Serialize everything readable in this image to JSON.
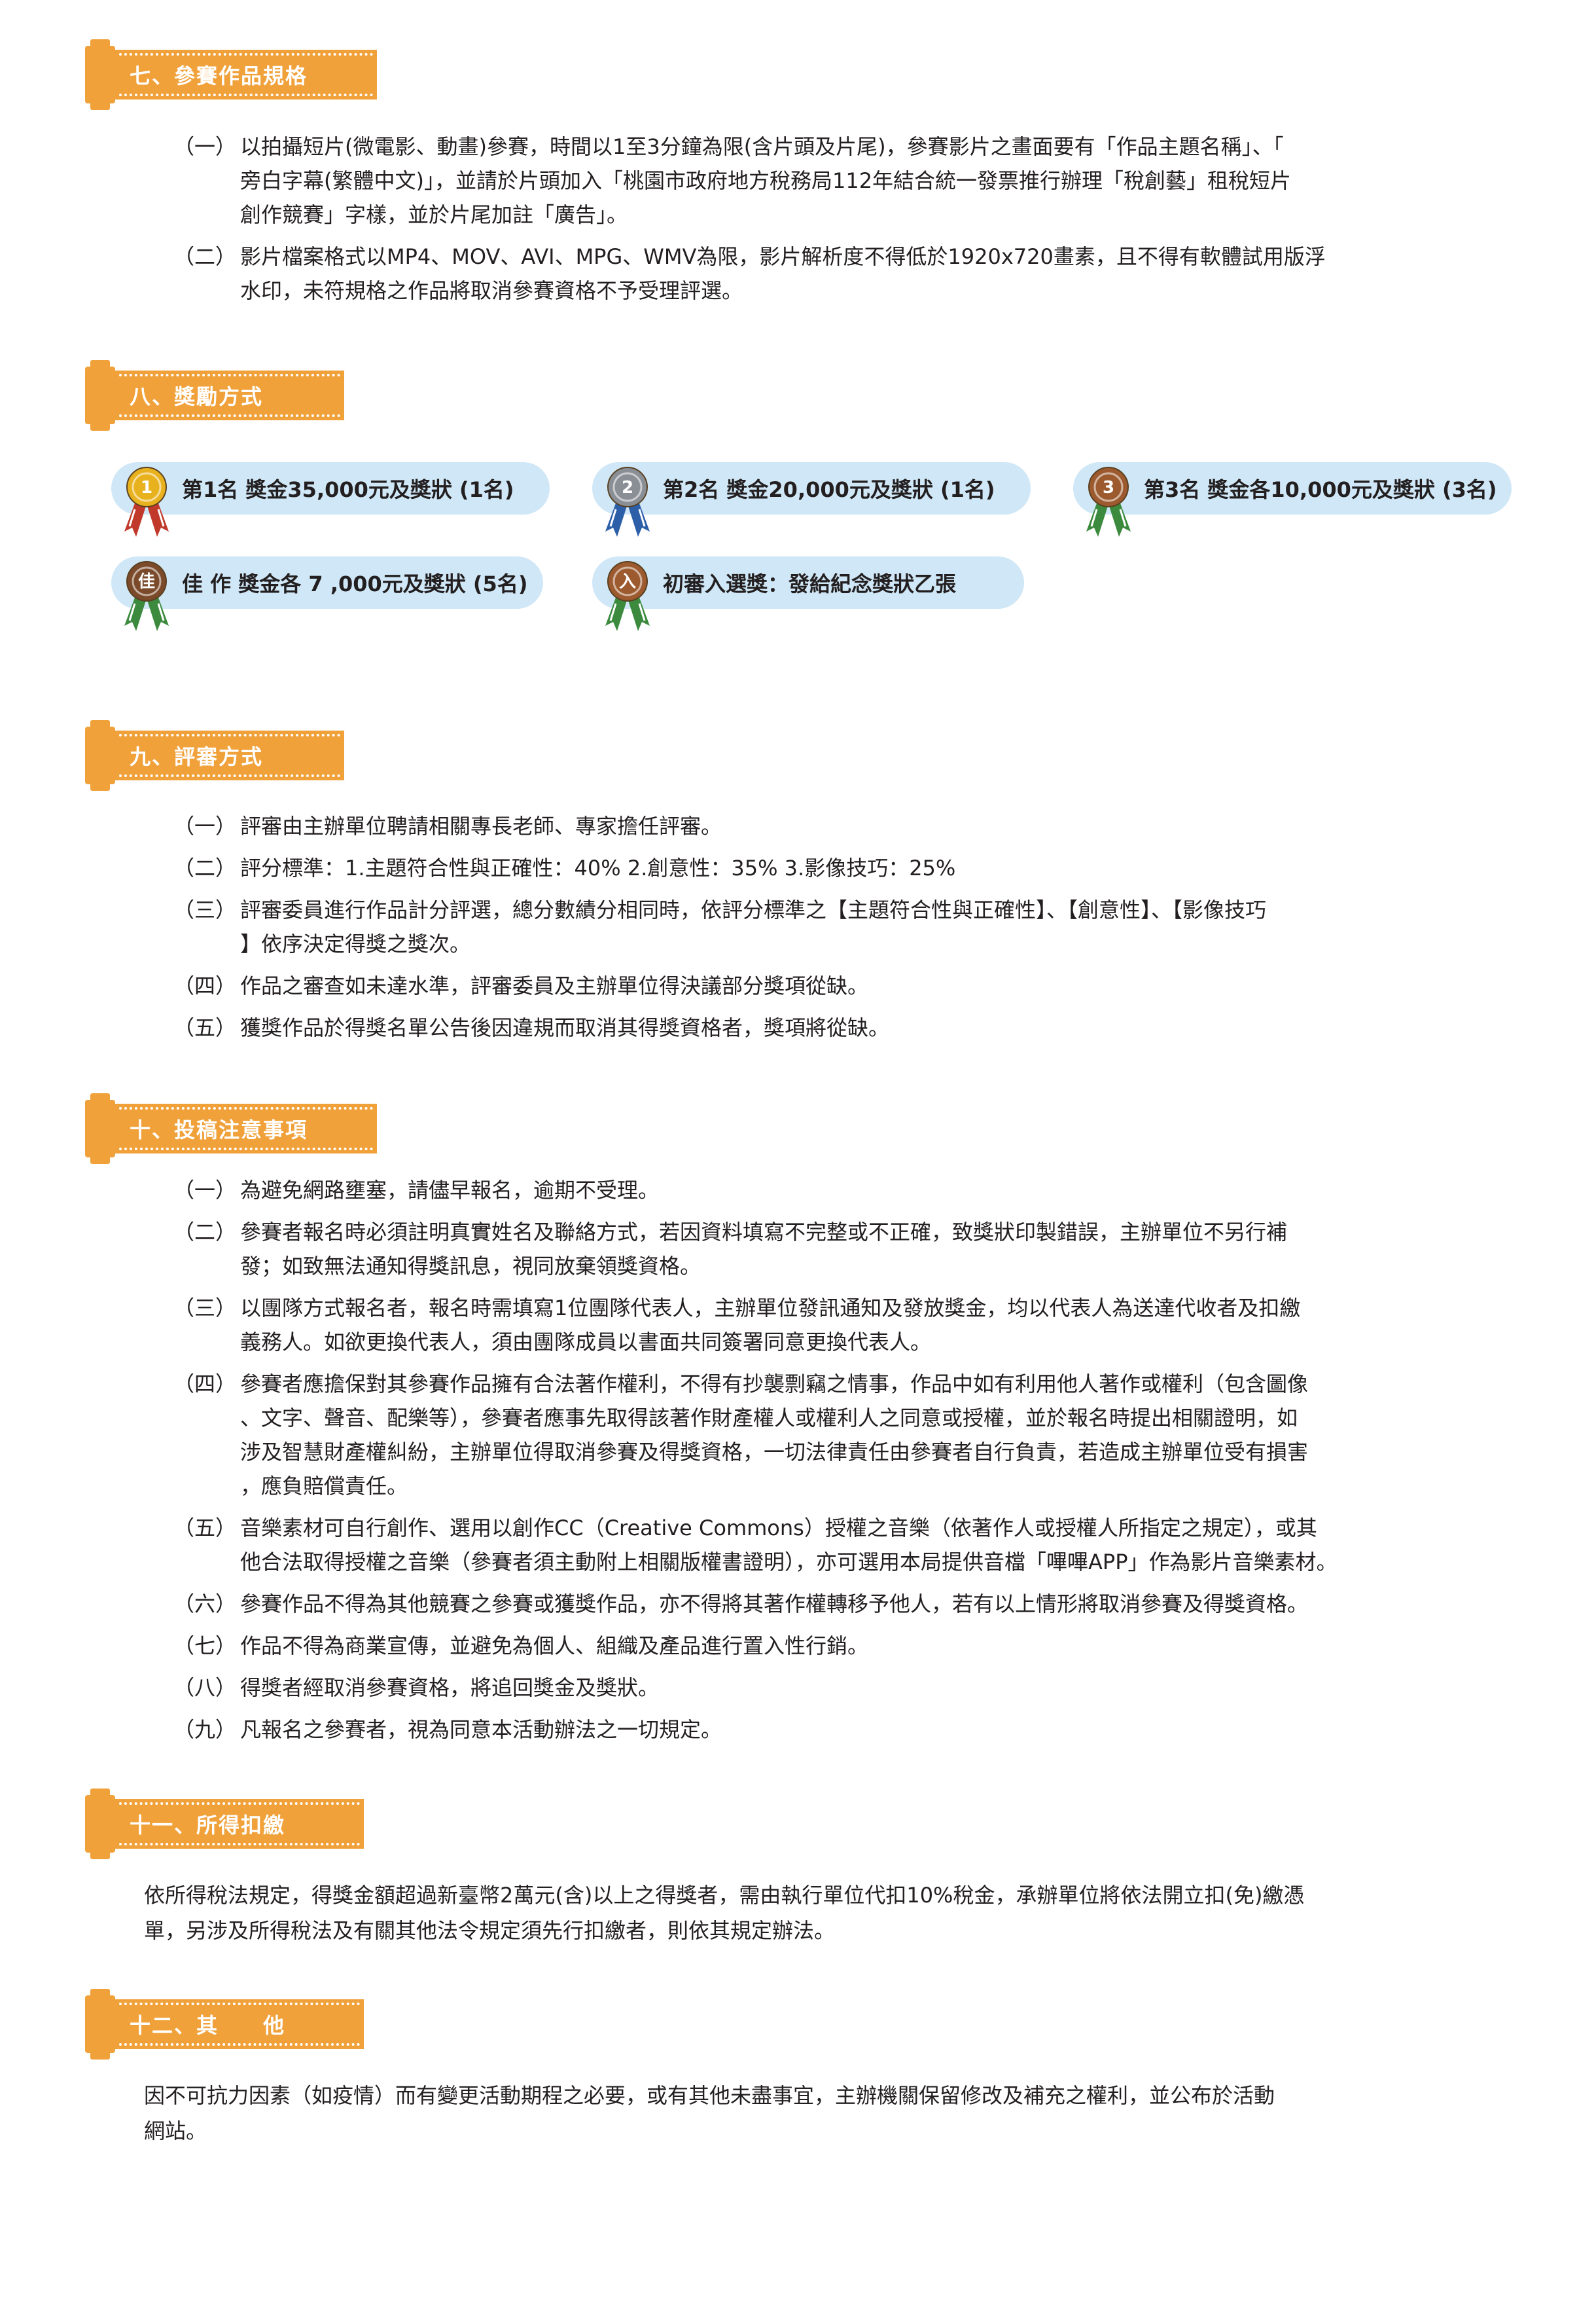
{
  "sections": {
    "s7": {
      "title": "七、參賽作品規格",
      "items": [
        {
          "num": "（一）",
          "lines": [
            "以拍攝短片(微電影、動畫)參賽，時間以1至3分鐘為限(含片頭及片尾)，參賽影片之畫面要有「作品主題名稱」、「",
            "旁白字幕(繁體中文)」，並請於片頭加入「桃園市政府地方稅務局112年結合統一發票推行辦理「稅創藝」租稅短片",
            "創作競賽」字樣，並於片尾加註「廣告」。"
          ]
        },
        {
          "num": "（二）",
          "lines": [
            "影片檔案格式以MP4、MOV、AVI、MPG、WMV為限，影片解析度不得低於1920x720畫素，且不得有軟體試用版浮",
            "水印，未符規格之作品將取消參賽資格不予受理評選。"
          ]
        }
      ]
    },
    "s8": {
      "title": "八、獎勵方式",
      "awards": [
        {
          "text": "第1名  獎金35,000元及獎狀 (1名)",
          "medal": "gold-medal-icon",
          "color": "#e8b21f",
          "ribbon": "#c0392b",
          "mark": "1"
        },
        {
          "text": "第2名  獎金20,000元及獎狀 (1名)",
          "medal": "silver-medal-icon",
          "color": "#8a8f96",
          "ribbon": "#2d5fa8",
          "mark": "2"
        },
        {
          "text": "第3名  獎金各10,000元及獎狀 (3名)",
          "medal": "bronze-medal-icon",
          "color": "#9c5a2e",
          "ribbon": "#3b8a3e",
          "mark": "3"
        },
        {
          "text": "佳 作  獎金各 7 ,000元及獎狀 (5名)",
          "medal": "merit-medal-icon",
          "color": "#7a4a2a",
          "ribbon": "#3b8a3e",
          "mark": "佳"
        },
        {
          "text": "初審入選獎：發給紀念獎狀乙張",
          "medal": "finalist-medal-icon",
          "color": "#9c5a2e",
          "ribbon": "#3b8a3e",
          "mark": "入"
        }
      ]
    },
    "s9": {
      "title": "九、評審方式",
      "items": [
        {
          "num": "（一）",
          "lines": [
            "評審由主辦單位聘請相關專長老師、專家擔任評審。"
          ]
        },
        {
          "num": "（二）",
          "lines": [
            "評分標準：1.主題符合性與正確性：40%    2.創意性：35%    3.影像技巧：25%"
          ]
        },
        {
          "num": "（三）",
          "lines": [
            "評審委員進行作品計分評選，總分數績分相同時，依評分標準之【主題符合性與正確性】、【創意性】、【影像技巧",
            "】依序決定得獎之獎次。"
          ]
        },
        {
          "num": "（四）",
          "lines": [
            "作品之審查如未達水準，評審委員及主辦單位得決議部分獎項從缺。"
          ]
        },
        {
          "num": "（五）",
          "lines": [
            "獲獎作品於得獎名單公告後因違規而取消其得獎資格者，獎項將從缺。"
          ]
        }
      ]
    },
    "s10": {
      "title": "十、投稿注意事項",
      "items": [
        {
          "num": "（一）",
          "lines": [
            "為避免網路壅塞，請儘早報名，逾期不受理。"
          ]
        },
        {
          "num": "（二）",
          "lines": [
            "參賽者報名時必須註明真實姓名及聯絡方式，若因資料填寫不完整或不正確，致獎狀印製錯誤，主辦單位不另行補",
            "發；如致無法通知得獎訊息，視同放棄領獎資格。"
          ]
        },
        {
          "num": "（三）",
          "lines": [
            "以團隊方式報名者，報名時需填寫1位團隊代表人，主辦單位發訊通知及發放獎金，均以代表人為送達代收者及扣繳",
            "義務人。如欲更換代表人，須由團隊成員以書面共同簽署同意更換代表人。"
          ]
        },
        {
          "num": "（四）",
          "lines": [
            "參賽者應擔保對其參賽作品擁有合法著作權利，不得有抄襲剽竊之情事，作品中如有利用他人著作或權利（包含圖像",
            "、文字、聲音、配樂等），參賽者應事先取得該著作財產權人或權利人之同意或授權，並於報名時提出相關證明，如",
            "涉及智慧財產權糾紛，主辦單位得取消參賽及得獎資格，一切法律責任由參賽者自行負責，若造成主辦單位受有損害",
            "，應負賠償責任。"
          ]
        },
        {
          "num": "（五）",
          "lines": [
            "音樂素材可自行創作、選用以創作CC（Creative Commons）授權之音樂（依著作人或授權人所指定之規定），或其",
            "他合法取得授權之音樂（參賽者須主動附上相關版權書證明），亦可選用本局提供音檔「嗶嗶APP」作為影片音樂素材。"
          ]
        },
        {
          "num": "（六）",
          "lines": [
            "參賽作品不得為其他競賽之參賽或獲獎作品，亦不得將其著作權轉移予他人，若有以上情形將取消參賽及得獎資格。"
          ]
        },
        {
          "num": "（七）",
          "lines": [
            "作品不得為商業宣傳，並避免為個人、組織及產品進行置入性行銷。"
          ]
        },
        {
          "num": "（八）",
          "lines": [
            "得獎者經取消參賽資格，將追回獎金及獎狀。"
          ]
        },
        {
          "num": "（九）",
          "lines": [
            "凡報名之參賽者，視為同意本活動辦法之一切規定。"
          ]
        }
      ]
    },
    "s11": {
      "title": "十一、所得扣繳",
      "lines": [
        "依所得稅法規定，得獎金額超過新臺幣2萬元(含)以上之得獎者，需由執行單位代扣10%稅金，承辦單位將依法開立扣(免)繳憑",
        "單，另涉及所得稅法及有關其他法令規定須先行扣繳者，則依其規定辦法。"
      ]
    },
    "s12": {
      "title": "十二、其　　他",
      "lines": [
        "因不可抗力因素（如疫情）而有變更活動期程之必要，或有其他未盡事宜，主辦機關保留修改及補充之權利，並公布於活動",
        "網站。"
      ]
    }
  }
}
